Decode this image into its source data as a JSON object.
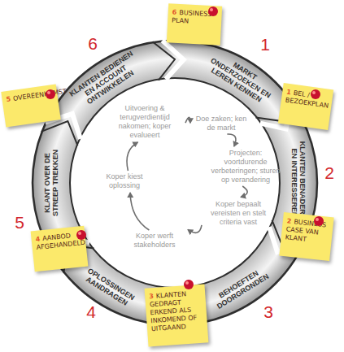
{
  "diagram": {
    "nodes": [
      {
        "text": [
          "MARKT ONDERZOEKEN EN LEREN KENNEN"
        ]
      },
      {
        "text": [
          "KLANTEN BENADEREN EN INTERESSEREN"
        ]
      },
      {
        "text": [
          "BEHOEFTEN DOORGRONDEN"
        ]
      },
      {
        "text": [
          "OPLOSSINGEN AANDRAGEN"
        ]
      },
      {
        "text": [
          "KLANT OVER DE STREEP TREKKEN"
        ]
      },
      {
        "text": [
          "KLANTEN BEDIENEN EN ACCOUNT ONTWIKKELEN"
        ]
      },
      {
        "text": [
          "Doe zaken; ken de markt"
        ]
      },
      {
        "text": [
          "Projecten: voortdurende verbeteringen; sturen op verandering"
        ]
      },
      {
        "text": [
          "Koper bepaalt vereisten en stelt criteria vast"
        ]
      },
      {
        "text": [
          "Koper werft stakeholders"
        ]
      },
      {
        "text": [
          "Koper kiest oplossing"
        ]
      },
      {
        "text": [
          "Uitvoering & terugverdientijd nakomen; koper evalueert"
        ]
      },
      {
        "text": [
          "1",
          "BEL / BEZOEKPLAN"
        ]
      },
      {
        "text": [
          "2",
          "BUSINESS CASE VAN KLANT"
        ]
      },
      {
        "text": [
          "3",
          "KLANTEN GEDRAGT ERKEND ALS INKOMEND OF UITGAAND"
        ]
      },
      {
        "text": [
          "4",
          "AANBOD AFGEHANDELD"
        ]
      },
      {
        "text": [
          "5",
          "OVEREENKOMST"
        ]
      },
      {
        "text": [
          "6",
          "BUSINESS PLAN"
        ]
      }
    ],
    "edges": [
      {
        "from": 6,
        "to": 7,
        "arrow": "to"
      },
      {
        "from": 7,
        "to": 8,
        "arrow": "to"
      },
      {
        "from": 8,
        "to": 9,
        "arrow": "to"
      },
      {
        "from": 9,
        "to": 10,
        "arrow": "to"
      },
      {
        "from": 10,
        "to": 11,
        "arrow": "to"
      },
      {
        "from": 11,
        "to": 6,
        "arrow": "to"
      }
    ],
    "labels": [
      "1",
      "2",
      "3",
      "4",
      "5",
      "6"
    ]
  }
}
